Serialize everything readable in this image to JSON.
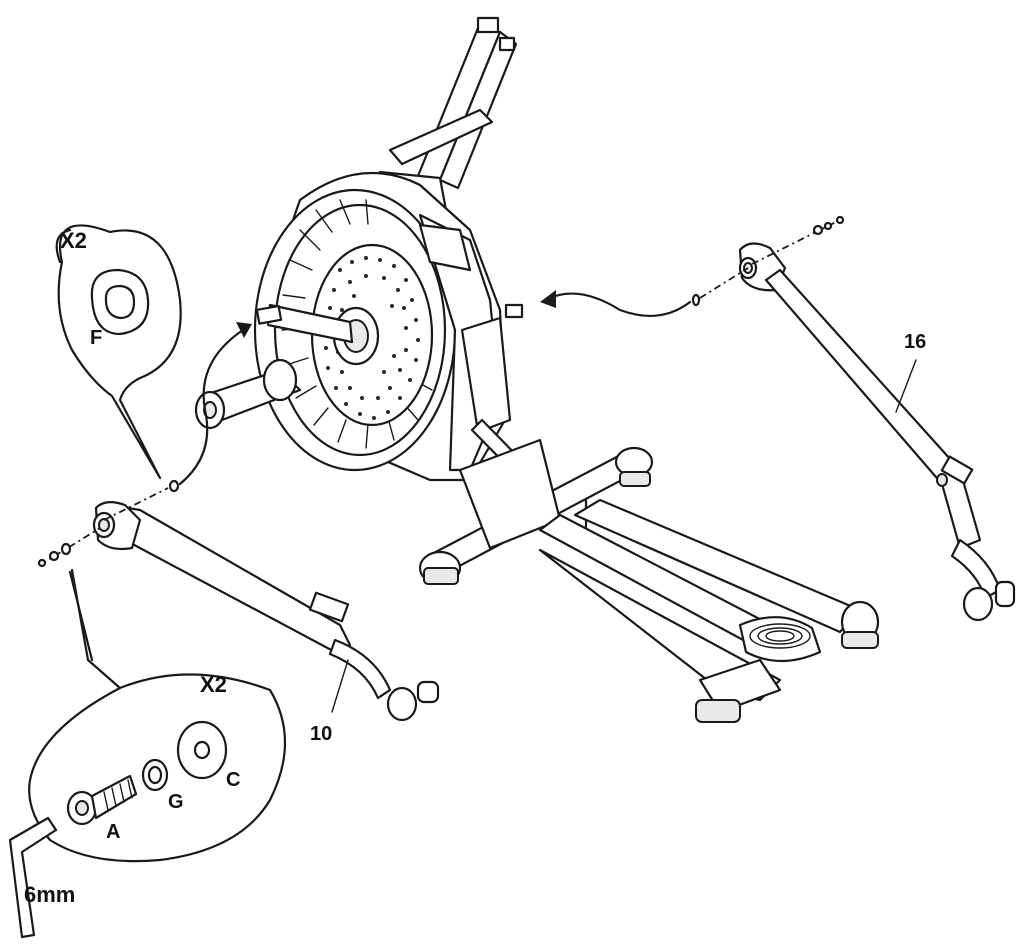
{
  "callout_top": {
    "quantity": "X2",
    "part": "F"
  },
  "callout_bottom": {
    "quantity": "X2",
    "parts": {
      "bolt": "A",
      "lock_washer": "G",
      "washer": "C"
    }
  },
  "tool": {
    "label": "6mm",
    "icon": "hex-key-icon"
  },
  "part_numbers": {
    "left_arm": "10",
    "right_arm": "16"
  },
  "colors": {
    "line": "#1a1a1a",
    "background": "#ffffff"
  }
}
